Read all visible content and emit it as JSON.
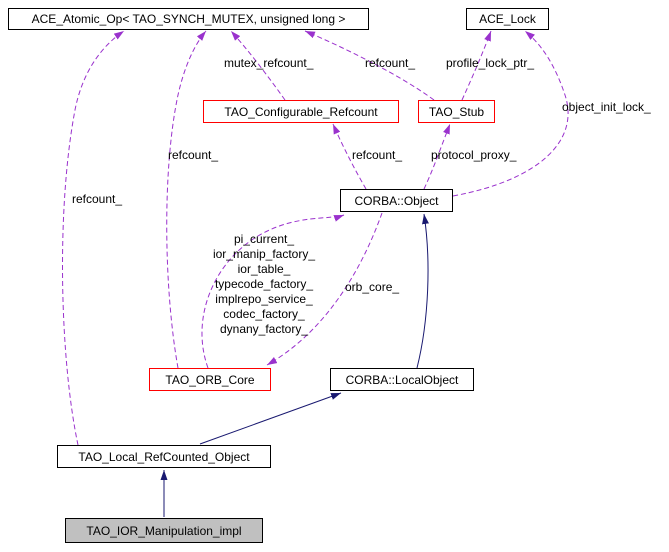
{
  "diagram": {
    "nodes": {
      "ace_atomic_op": {
        "label": "ACE_Atomic_Op< TAO_SYNCH_MUTEX, unsigned long >"
      },
      "ace_lock": {
        "label": "ACE_Lock"
      },
      "tao_configurable_refcount": {
        "label": "TAO_Configurable_Refcount"
      },
      "tao_stub": {
        "label": "TAO_Stub"
      },
      "corba_object": {
        "label": "CORBA::Object"
      },
      "tao_orb_core": {
        "label": "TAO_ORB_Core"
      },
      "corba_localobject": {
        "label": "CORBA::LocalObject"
      },
      "tao_local_refcounted_object": {
        "label": "TAO_Local_RefCounted_Object"
      },
      "tao_ior_manipulation_impl": {
        "label": "TAO_IOR_Manipulation_impl"
      }
    },
    "edge_labels": {
      "mutex_refcount": "mutex_refcount_",
      "stub_refcount": "refcount_",
      "profile_lock_ptr": "profile_lock_ptr_",
      "object_init_lock": "object_init_lock_",
      "orbcore_refcount": "refcount_",
      "object_refcount": "refcount_",
      "protocol_proxy": "protocol_proxy_",
      "local_refcount": "refcount_",
      "orbcore_members": "pi_current_\nior_manip_factory_\nior_table_\ntypecode_factory_\nimplrepo_service_\ncodec_factory_\ndynany_factory_",
      "orb_core": "orb_core_"
    },
    "colors": {
      "usage_edge": "#9a32cd",
      "inheritance_edge": "#191970",
      "node_border": "#000000",
      "highlight_border": "#ff0000",
      "node_fill": "#ffffff",
      "focus_fill": "#c0c0c0"
    }
  }
}
